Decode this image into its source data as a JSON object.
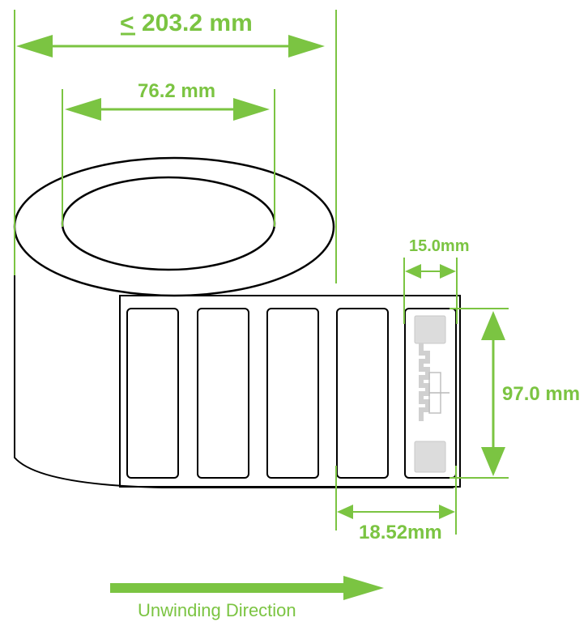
{
  "dimensions": {
    "max_roll_width": "203.2 mm",
    "max_roll_width_symbol": "<",
    "core_diameter": "76.2 mm",
    "label_width": "15.0mm",
    "label_height": "97.0 mm",
    "label_pitch": "18.52mm"
  },
  "caption": "Unwinding Direction",
  "colors": {
    "accent": "#7bc442",
    "outline": "#000000",
    "antenna": "#dcdcdc"
  }
}
